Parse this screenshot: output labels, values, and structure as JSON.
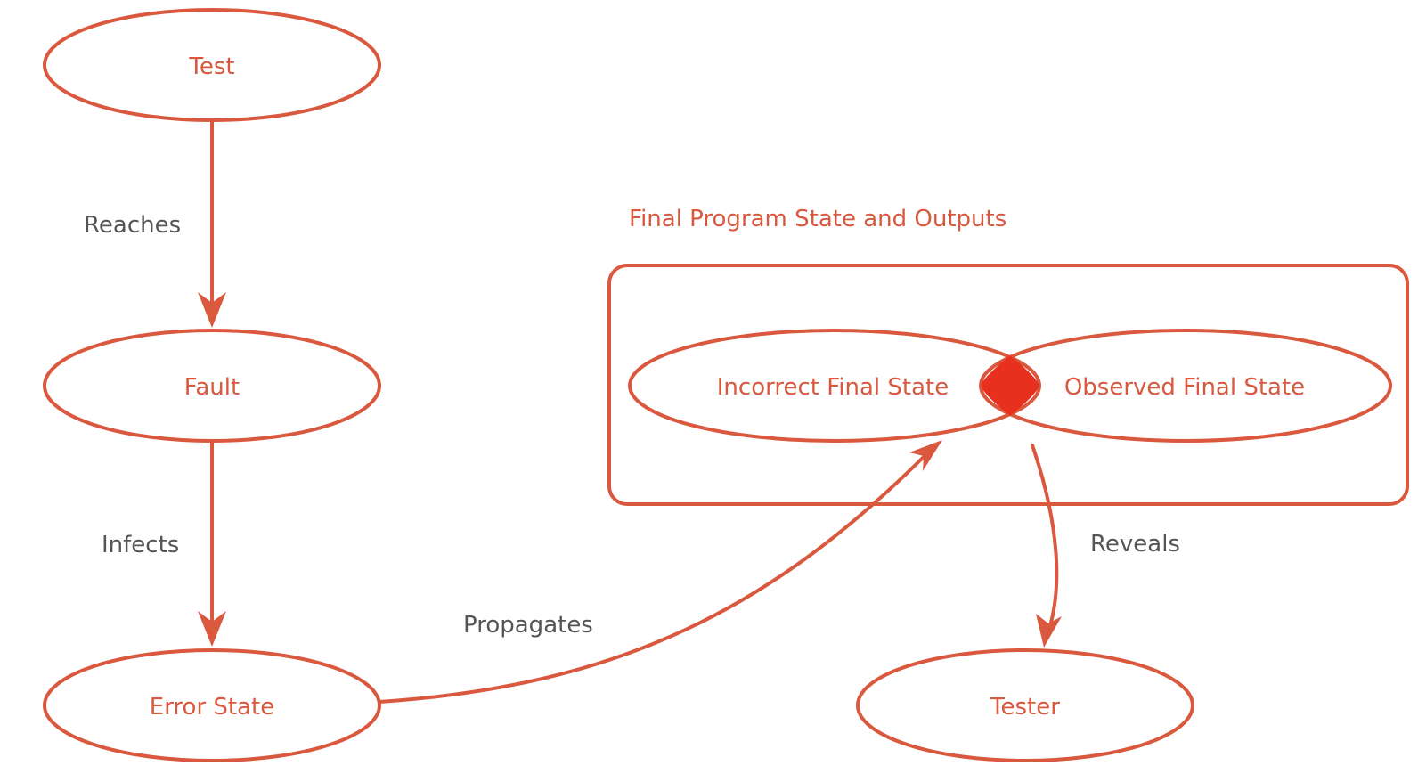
{
  "nodes": {
    "test": "Test",
    "fault": "Fault",
    "error_state": "Error State",
    "incorrect_final_state": "Incorrect Final State",
    "observed_final_state": "Observed Final State",
    "tester": "Tester"
  },
  "edges": {
    "reaches": "Reaches",
    "infects": "Infects",
    "propagates": "Propagates",
    "reveals": "Reveals"
  },
  "group": {
    "title": "Final Program State and Outputs"
  },
  "colors": {
    "accent": "#d9583e",
    "intersection": "#e8301f",
    "edge_text": "#555555"
  }
}
